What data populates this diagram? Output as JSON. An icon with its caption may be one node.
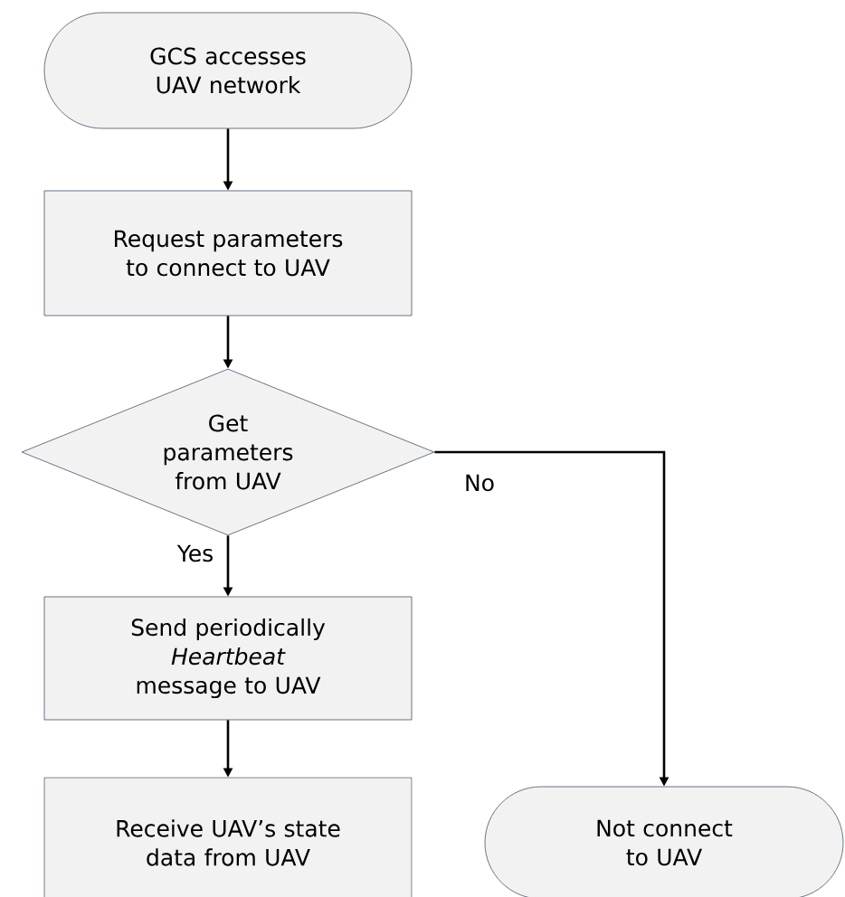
{
  "diagram": {
    "nodes": [
      {
        "text": [
          "GCS accesses UAV network"
        ]
      },
      {
        "text": [
          "Request parameters to connect to UAV"
        ]
      },
      {
        "text": [
          "Get parameters from UAV"
        ]
      },
      {
        "text": [
          "Send periodically *Heartbeat* message to UAV"
        ]
      },
      {
        "text": [
          "Receive UAV’s state data from UAV"
        ]
      },
      {
        "text": [
          "Not connect to UAV"
        ]
      }
    ],
    "edges": [
      {
        "from": 0,
        "to": 1,
        "arrow": "to"
      },
      {
        "from": 1,
        "to": 2,
        "arrow": "to"
      },
      {
        "from": 2,
        "to": 3,
        "arrow": "to",
        "label": "Yes"
      },
      {
        "from": 3,
        "to": 4,
        "arrow": "to"
      },
      {
        "from": 2,
        "to": 5,
        "arrow": "to",
        "label": "No"
      }
    ]
  }
}
